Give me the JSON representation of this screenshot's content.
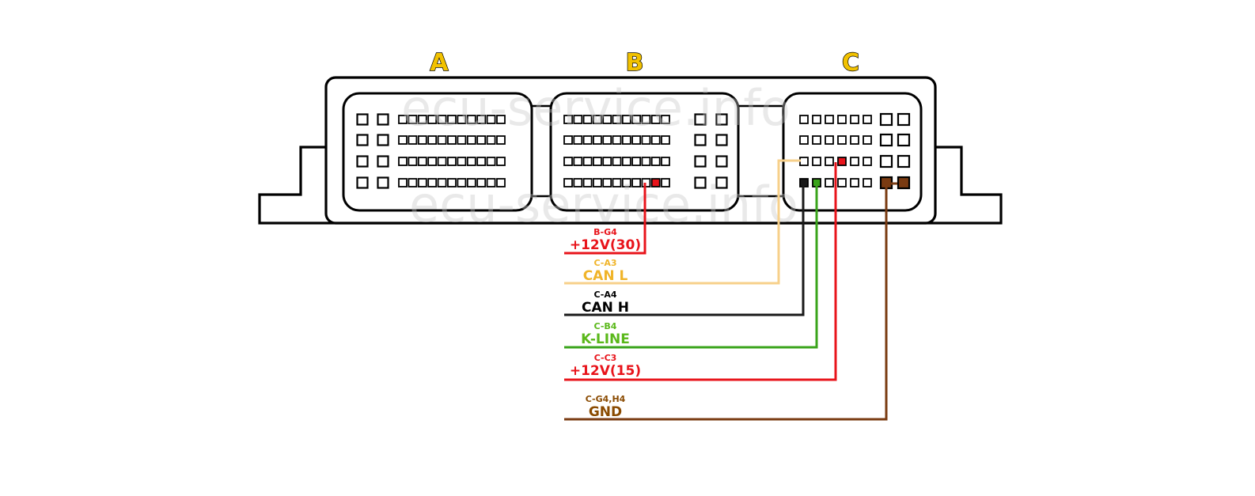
{
  "connectors": [
    {
      "id": "A",
      "label": "A"
    },
    {
      "id": "B",
      "label": "B"
    },
    {
      "id": "C",
      "label": "C"
    }
  ],
  "watermark": "ecu-service.info",
  "signals": [
    {
      "code": "B-G4",
      "name": "+12V(30)",
      "color": "#e8141b"
    },
    {
      "code": "C-A3",
      "name": "CAN L",
      "color": "#f7d08a"
    },
    {
      "code": "C-A4",
      "name": "CAN H",
      "color": "#1a1a1a"
    },
    {
      "code": "C-B4",
      "name": "K-LINE",
      "color": "#3aa41b"
    },
    {
      "code": "C-C3",
      "name": "+12V(15)",
      "color": "#e8141b"
    },
    {
      "code": "C-G4,H4",
      "name": "GND",
      "color": "#7a3b12"
    }
  ],
  "colors": {
    "outline": "#000000",
    "label_fill": "#f2c200",
    "gnd_text": "#8a4a00",
    "canl_text": "#f0b429",
    "kline_text": "#5ab81a"
  }
}
